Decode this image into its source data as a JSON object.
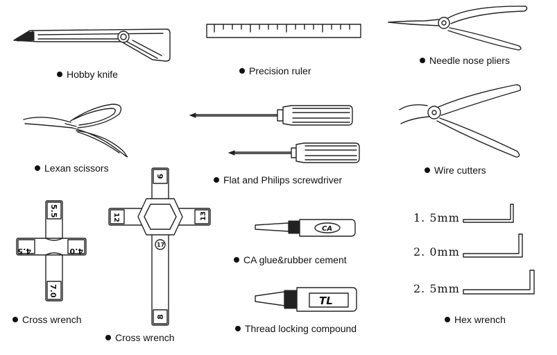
{
  "tools": {
    "hobby_knife": "Hobby knife",
    "precision_ruler": "Precision ruler",
    "needle_nose_pliers": "Needle nose pliers",
    "lexan_scissors": "Lexan scissors",
    "screwdriver": "Flat and Philips screwdriver",
    "wire_cutters": "Wire cutters",
    "cross_wrench_small": "Cross wrench",
    "cross_wrench_large": "Cross wrench",
    "ca_glue": "CA glue&rubber cement",
    "thread_locking": "Thread locking compound",
    "hex_wrench": "Hex wrench"
  },
  "hex_sizes": [
    "1. 5mm",
    "2. 0mm",
    "2. 5mm"
  ],
  "wrench_small_sizes": {
    "top": "5.5",
    "left": "4.5",
    "right": "4.0",
    "bottom": "7.0"
  },
  "wrench_large_sizes": {
    "top": "9",
    "left": "12",
    "right": "13",
    "center": "17",
    "bottom": "8"
  },
  "product_marks": {
    "ca": "CA",
    "tl": "TL"
  }
}
